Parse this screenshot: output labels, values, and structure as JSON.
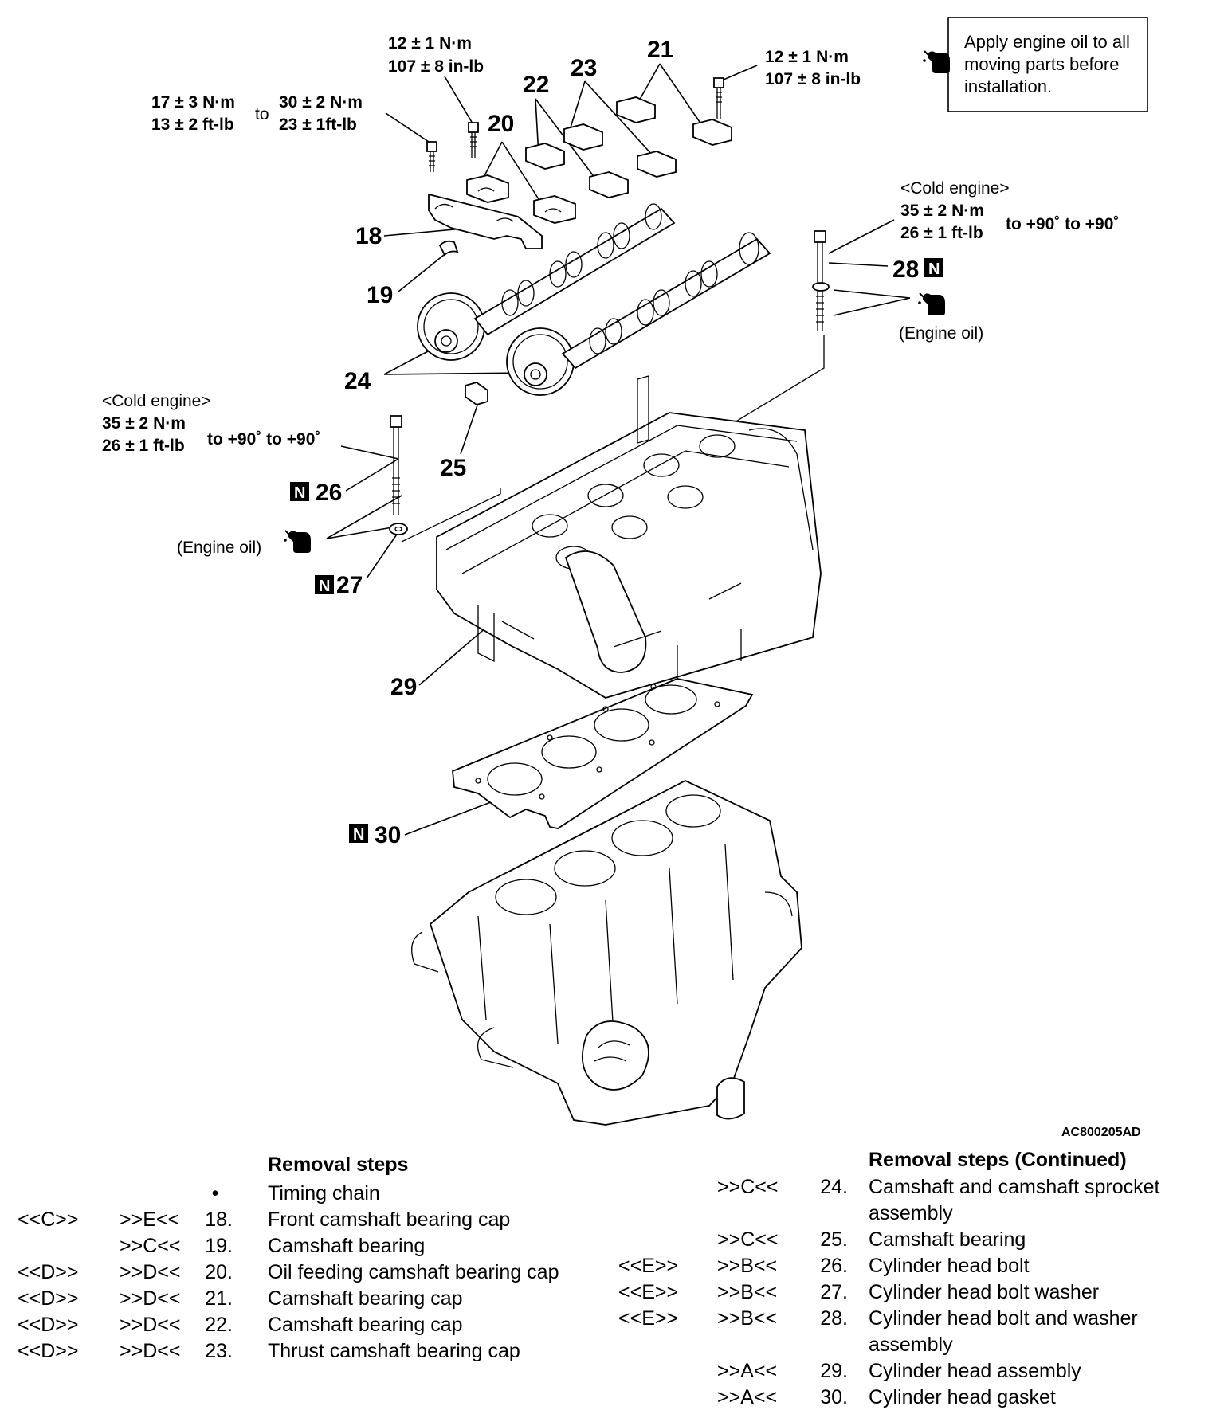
{
  "figure_ref": "AC800205AD",
  "note_box": {
    "text": "Apply engine oil to all moving parts before installation.",
    "icon": "oil-can-icon"
  },
  "callouts": {
    "c18": "18",
    "c19": "19",
    "c20": "20",
    "c21": "21",
    "c22": "22",
    "c23": "23",
    "c24": "24",
    "c25": "25",
    "c26": "26",
    "c27": "27",
    "c28": "28",
    "c29": "29",
    "c30": "30"
  },
  "new_part_mark": "N",
  "torques": {
    "front_cap_low_nm": "17 ± 3 N·m",
    "front_cap_low_ftlb": "13 ± 2 ft-lb",
    "front_cap_to": "to",
    "front_cap_high_nm": "30 ± 2 N·m",
    "front_cap_high_ftlb": "23 ± 1ft-lb",
    "cap_a_nm": "12 ± 1 N·m",
    "cap_a_inlb": "107 ± 8 in-lb",
    "cap_b_nm": "12 ± 1 N·m",
    "cap_b_inlb": "107 ± 8 in-lb",
    "head_right_cond": "<Cold engine>",
    "head_right_nm": "35 ± 2 N·m",
    "head_right_ftlb": "26 ± 1 ft-lb",
    "head_right_angle": "to +90˚ to +90˚",
    "head_left_cond": "<Cold engine>",
    "head_left_nm": "35 ± 2 N·m",
    "head_left_ftlb": "26 ± 1 ft-lb",
    "head_left_angle": "to +90˚ to +90˚",
    "engine_oil_right": "(Engine oil)",
    "engine_oil_left": "(Engine oil)"
  },
  "removal_steps": {
    "heading": "Removal steps",
    "items": [
      {
        "col1": "",
        "col2": "",
        "num": "•",
        "text": "Timing chain"
      },
      {
        "col1": "<<C>>",
        "col2": ">>E<<",
        "num": "18.",
        "text": "Front camshaft bearing cap"
      },
      {
        "col1": "",
        "col2": ">>C<<",
        "num": "19.",
        "text": "Camshaft bearing"
      },
      {
        "col1": "<<D>>",
        "col2": ">>D<<",
        "num": "20.",
        "text": "Oil feeding camshaft bearing cap"
      },
      {
        "col1": "<<D>>",
        "col2": ">>D<<",
        "num": "21.",
        "text": "Camshaft bearing cap"
      },
      {
        "col1": "<<D>>",
        "col2": ">>D<<",
        "num": "22.",
        "text": "Camshaft bearing cap"
      },
      {
        "col1": "<<D>>",
        "col2": ">>D<<",
        "num": "23.",
        "text": "Thrust camshaft bearing cap"
      }
    ]
  },
  "removal_steps_continued": {
    "heading": "Removal steps (Continued)",
    "items": [
      {
        "col1": "",
        "col2": ">>C<<",
        "num": "24.",
        "text": "Camshaft and camshaft sprocket assembly",
        "wrap": true
      },
      {
        "col1": "",
        "col2": ">>C<<",
        "num": "25.",
        "text": "Camshaft bearing"
      },
      {
        "col1": "<<E>>",
        "col2": ">>B<<",
        "num": "26.",
        "text": "Cylinder head bolt"
      },
      {
        "col1": "<<E>>",
        "col2": ">>B<<",
        "num": "27.",
        "text": "Cylinder head bolt washer"
      },
      {
        "col1": "<<E>>",
        "col2": ">>B<<",
        "num": "28.",
        "text": "Cylinder head bolt and washer assembly",
        "wrap": true
      },
      {
        "col1": "",
        "col2": ">>A<<",
        "num": "29.",
        "text": "Cylinder head assembly"
      },
      {
        "col1": "",
        "col2": ">>A<<",
        "num": "30.",
        "text": "Cylinder head gasket"
      }
    ]
  }
}
